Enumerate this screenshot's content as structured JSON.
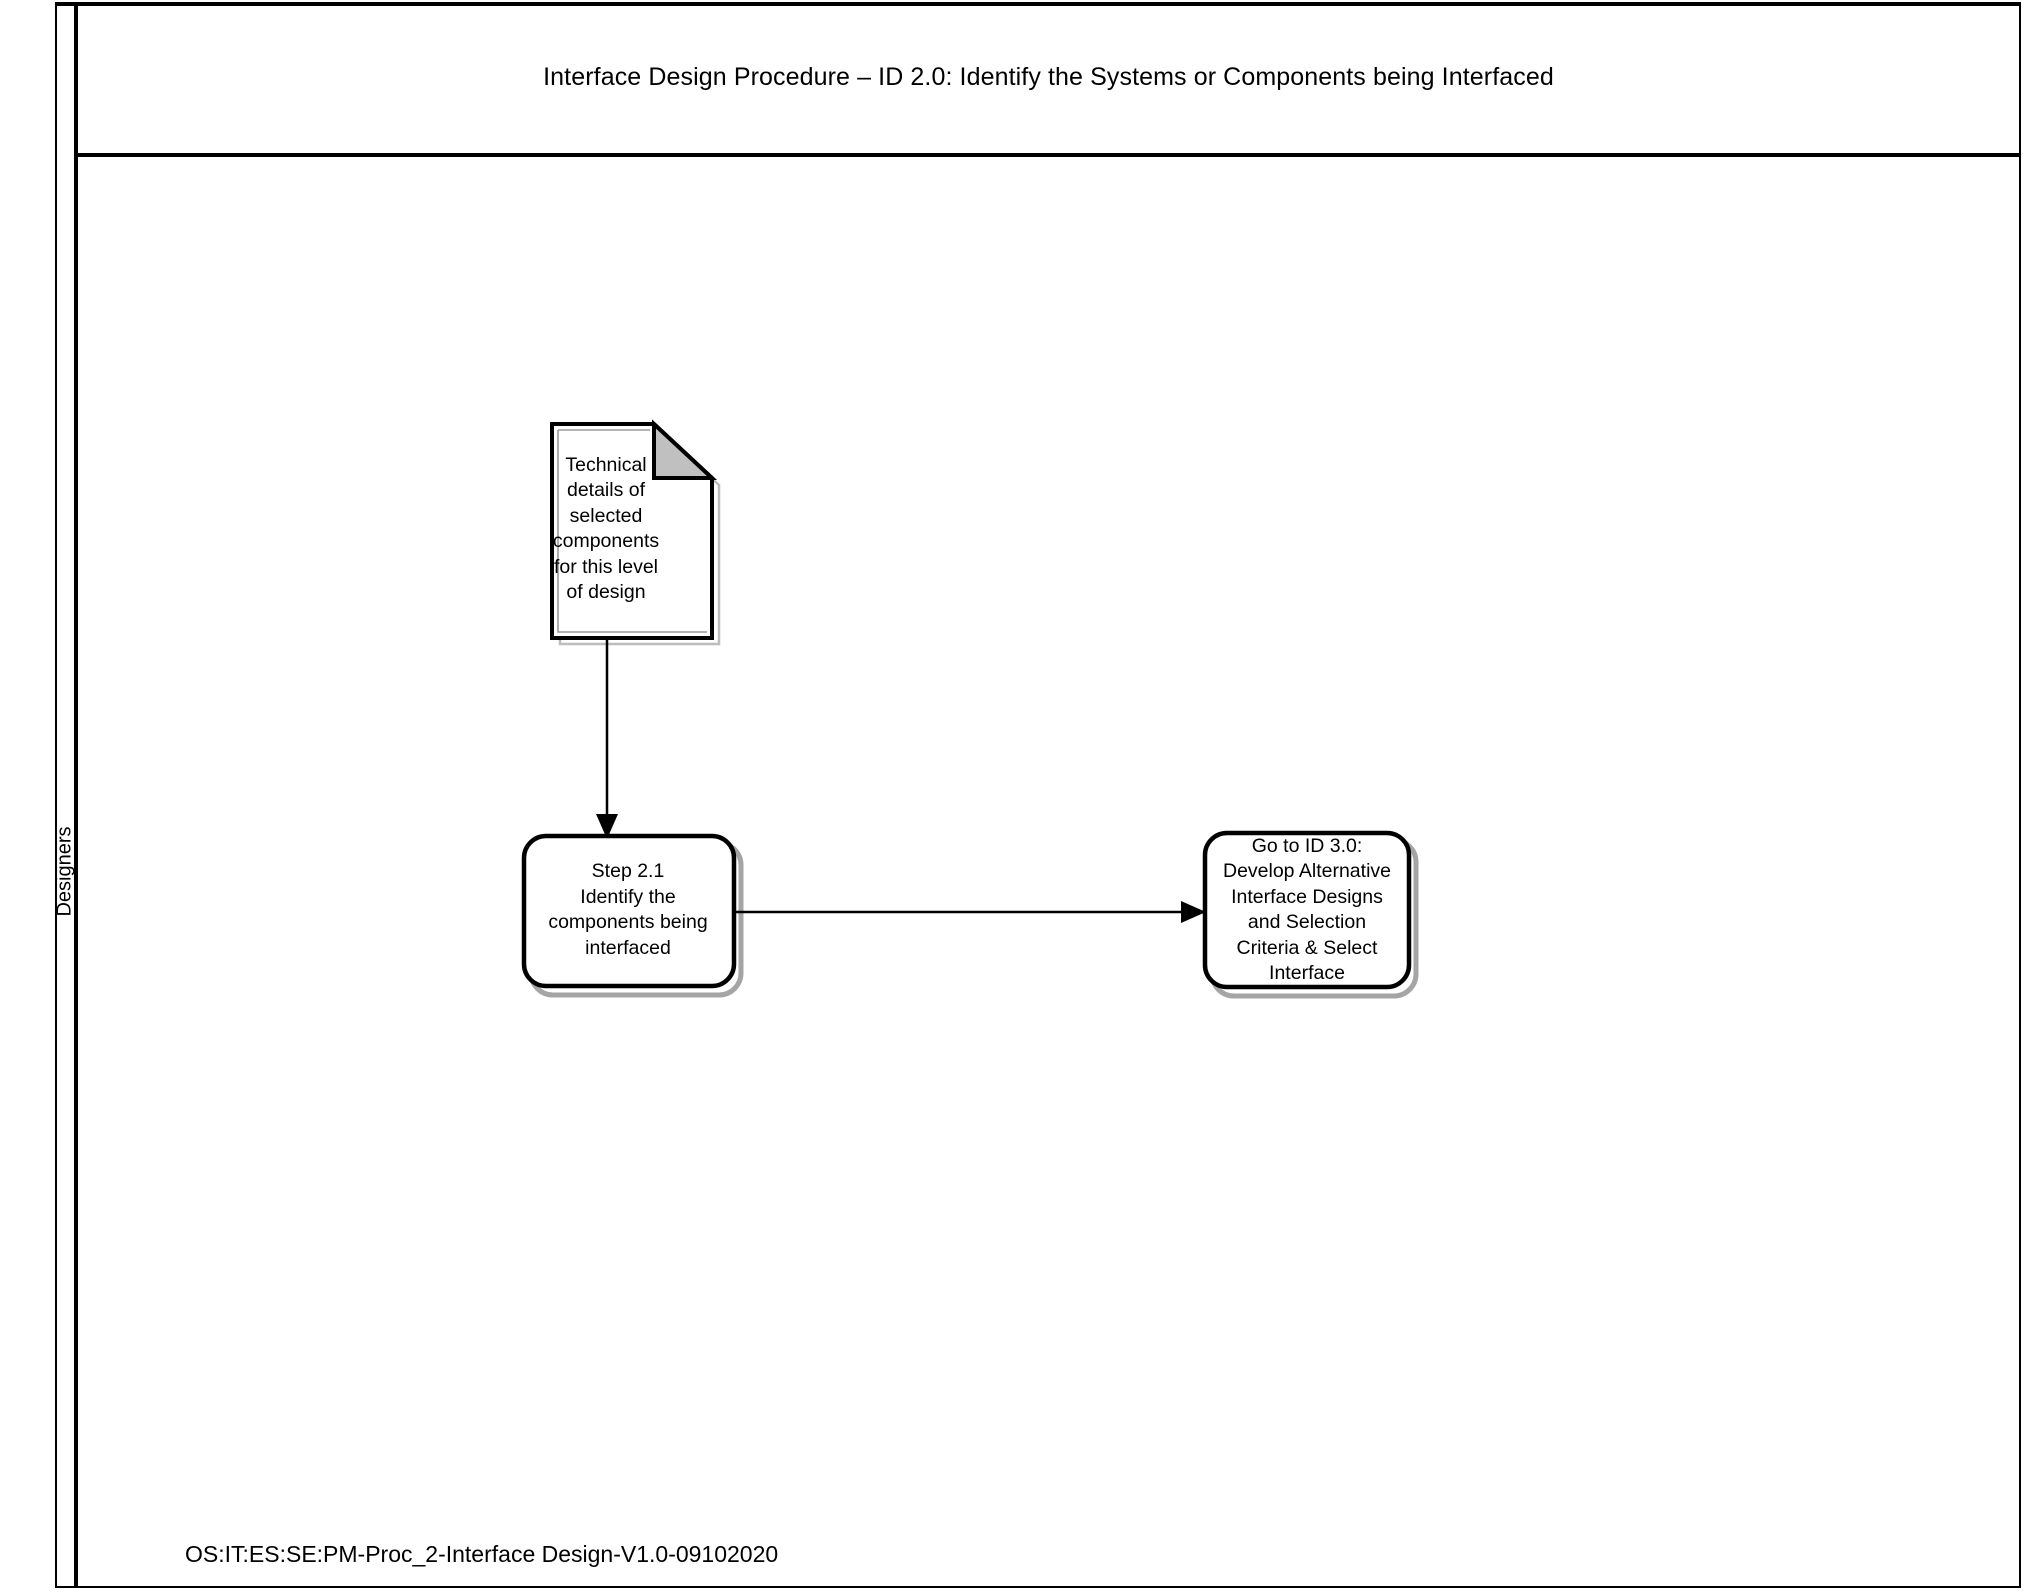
{
  "document": {
    "title": "Interface Design Procedure – ID 2.0: Identify the Systems or Components being Interfaced",
    "footer": "OS:IT:ES:SE:PM-Proc_2-Interface Design-V1.0-09102020"
  },
  "lane": {
    "label": "Designers"
  },
  "shapes": {
    "doc_note": {
      "type": "document",
      "lines": [
        "Technical",
        "details of",
        "selected",
        "components",
        "for this level",
        "of design"
      ]
    },
    "step_box": {
      "type": "process",
      "lines": [
        "Step 2.1",
        "Identify the",
        "components being",
        "interfaced"
      ]
    },
    "next_box": {
      "type": "process",
      "lines": [
        "Go to ID 3.0:",
        "Develop Alternative",
        "Interface Designs",
        "and Selection",
        "Criteria & Select",
        "Interface"
      ]
    }
  },
  "connectors": [
    {
      "name": "doc-to-step",
      "from": "doc_note",
      "to": "step_box",
      "direction": "down"
    },
    {
      "name": "step-to-next",
      "from": "step_box",
      "to": "next_box",
      "direction": "right"
    }
  ],
  "colors": {
    "stroke": "#000000",
    "fill": "#ffffff",
    "fold_fill": "#c0c0c0",
    "shadow": "#a5a5a5",
    "background": "#ffffff"
  }
}
